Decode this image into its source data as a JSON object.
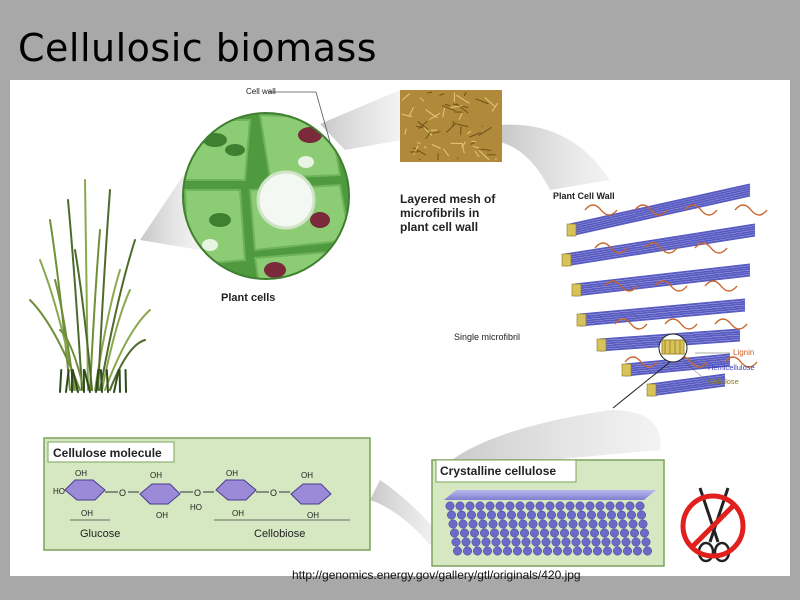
{
  "slide": {
    "title": "Cellulosic biomass",
    "source_url": "http://genomics.energy.gov/gallery/gtl/originals/420.jpg"
  },
  "diagram": {
    "cell_wall_label": "Cell wall",
    "plant_cells_label": "Plant cells",
    "mesh_label_lines": [
      "Layered mesh of",
      "microfibrils in",
      "plant cell wall"
    ],
    "plant_cell_wall_label": "Plant Cell Wall",
    "single_microfibril_label": "Single microfibril",
    "legend": {
      "lignin": "Lignin",
      "hemicellulose": "Hemicellulose",
      "cellulose": "Cellulose"
    },
    "cellulose_molecule": {
      "title": "Cellulose molecule",
      "oh": "OH",
      "ho": "HO",
      "o": "O",
      "glucose_label": "Glucose",
      "cellobiose_label": "Cellobiose"
    },
    "crystalline_cellulose_title": "Crystalline cellulose"
  },
  "colors": {
    "slide_bg": "#a8a8a8",
    "panel_bg": "#ffffff",
    "cell_green": "#7cc36a",
    "cell_wall_dark": "#4f9a3f",
    "box_green": "#d6e8c2",
    "box_border": "#7aa35a",
    "fibril_blue": "#3b3fb8",
    "lignin_orange": "#c8642a",
    "cellulose_gold": "#d8c25a",
    "molecule_purple": "#9a8ad8",
    "no_sign_red": "#e0201c"
  },
  "icons": [
    "grass-plant-icon",
    "scissors-icon",
    "prohibition-sign-icon"
  ]
}
